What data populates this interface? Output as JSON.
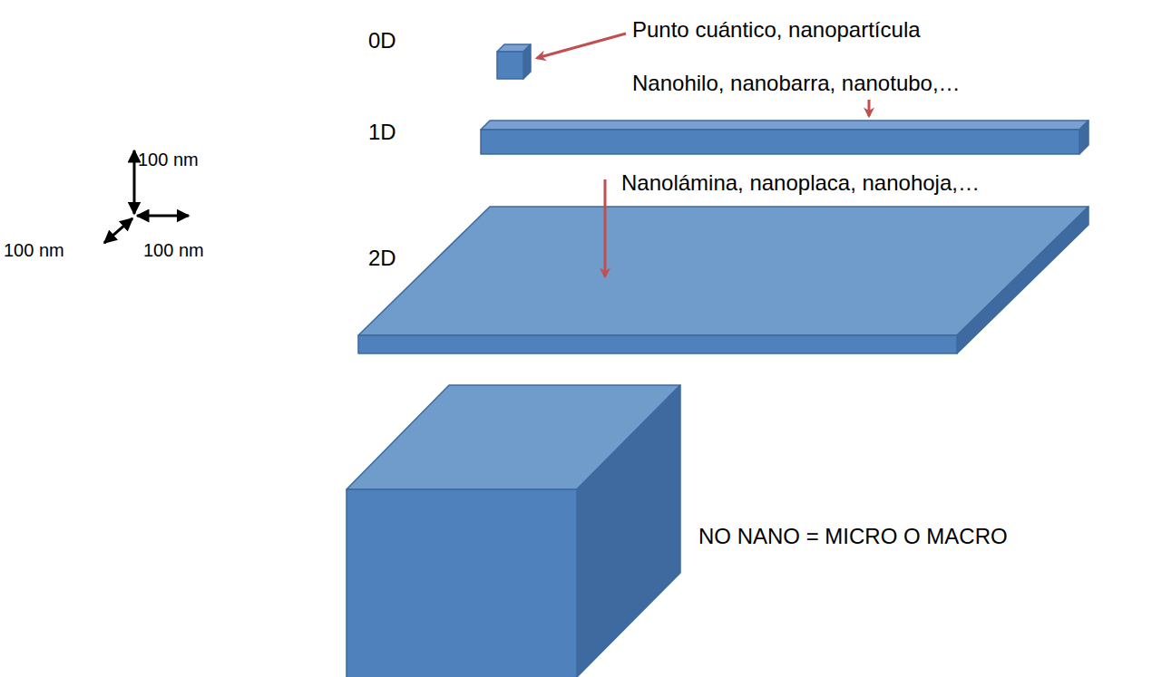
{
  "diagram": {
    "labels": [
      "100 nm",
      "100 nm",
      "100 nm",
      "0D",
      "Punto cuántico, nanopartícula",
      "1D",
      "Nanohilo, nanobarra, nanotubo,…",
      "Nanolámina, nanoplaca, nanohoja,…",
      "2D",
      "NO NANO = MICRO O MACRO"
    ]
  }
}
